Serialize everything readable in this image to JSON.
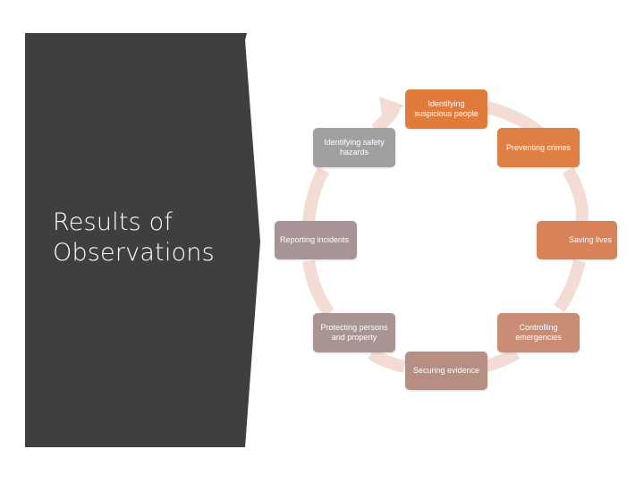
{
  "slide": {
    "title_line1": "Results of",
    "title_line2": "Observations"
  },
  "cycle": {
    "items": [
      {
        "label": "Identifying suspicious people",
        "color": "#E07B3C"
      },
      {
        "label": "Preventing crimes",
        "color": "#DE7F43"
      },
      {
        "label": "Saving lives",
        "color": "#D9825A"
      },
      {
        "label": "Controlling emergencies",
        "color": "#C98C74"
      },
      {
        "label": "Securing evidence",
        "color": "#B68F82"
      },
      {
        "label": "Protecting persons and property",
        "color": "#A99493"
      },
      {
        "label": "Reporting incidents",
        "color": "#A89396"
      },
      {
        "label": "Identifying safety hazards",
        "color": "#A0A0A0"
      }
    ],
    "ring_color": "#F3DCD3",
    "panel_color": "#3F3F3F"
  }
}
